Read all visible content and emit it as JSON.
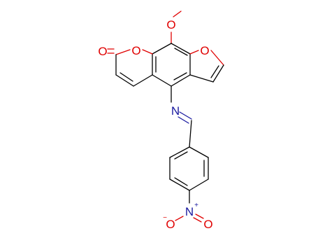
{
  "molecule": {
    "atoms": {
      "o_methoxy": "O",
      "o_carbonyl": "O",
      "o_lactone": "O",
      "o_furan": "O",
      "n_imine": "N",
      "n_nitro": "N",
      "n_nitro_charge": "+",
      "o_nitro_left": "O",
      "o_nitro_left_charge": "−",
      "o_nitro_right": "O"
    },
    "colors": {
      "bond": "#000000",
      "oxygen": "#e00000",
      "nitrogen": "#1a1aa0"
    }
  }
}
